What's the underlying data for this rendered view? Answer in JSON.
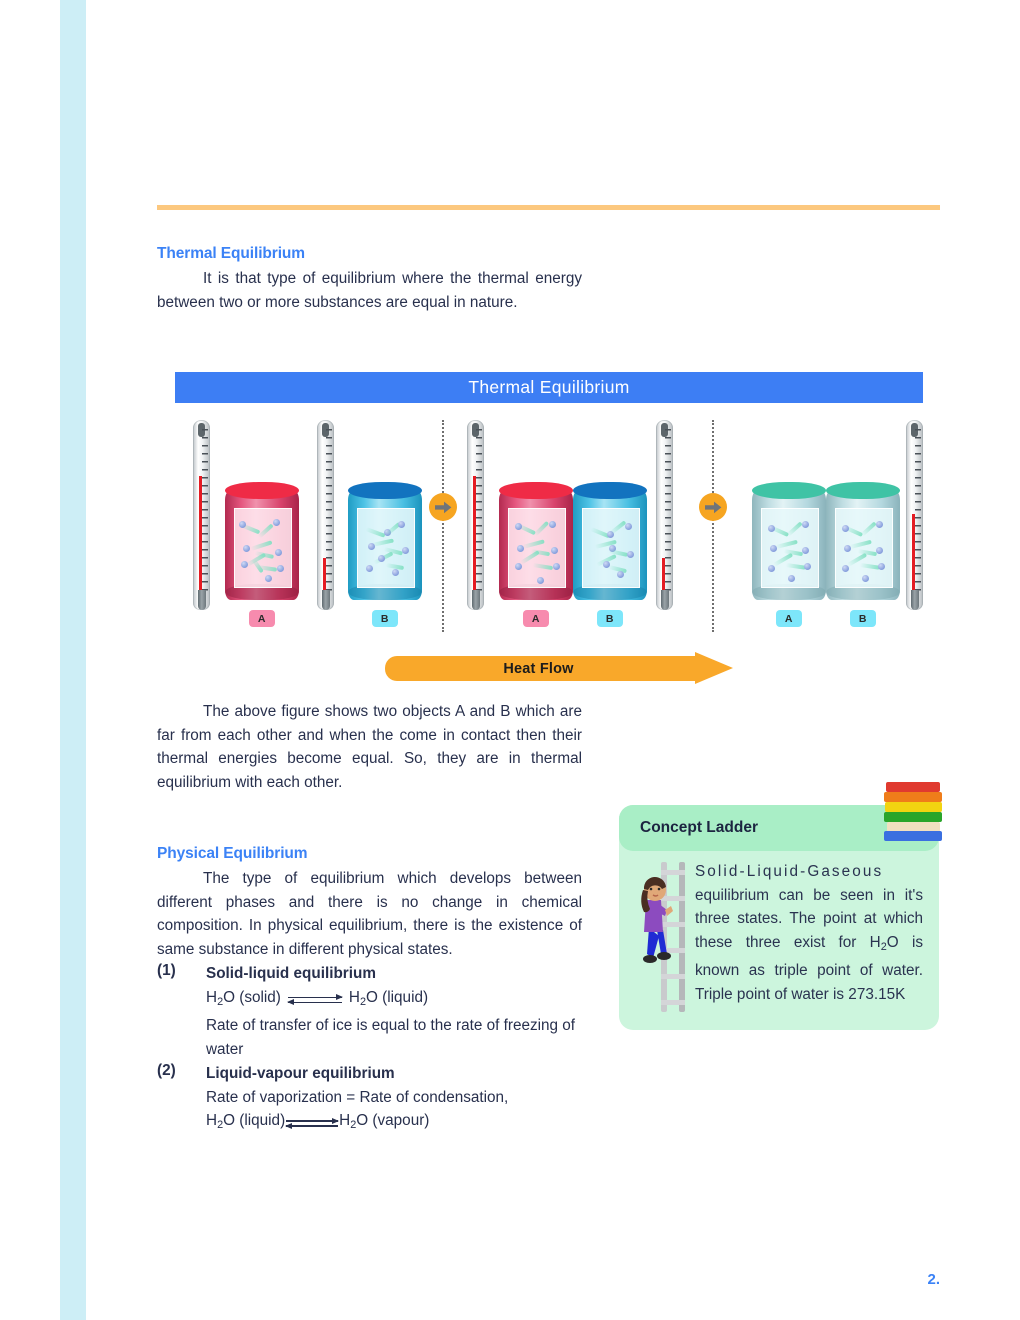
{
  "page": {
    "number": "2.",
    "accent_blue": "#3b82f6",
    "rule_orange": "#fcc87f",
    "edge_stripe": "#cdeef6"
  },
  "sections": {
    "thermal": {
      "heading": "Thermal Equilibrium",
      "paragraph": "It is that type of equilibrium where the thermal energy between two or more substances are equal in nature.",
      "after_figure": "The above figure shows two objects A and B which are far from each other and when the come in contact then their thermal energies become equal. So, they are in thermal equilibrium with each other."
    },
    "physical": {
      "heading": "Physical Equilibrium",
      "paragraph": "The type of equilibrium which develops between different phases and there is no change in chemical composition. In physical equilibrium, there is the existence of same substance in different physical states.",
      "items": [
        {
          "number": "(1)",
          "title": "Solid-liquid equilibrium",
          "equation": {
            "left": "H",
            "left_sub": "2",
            "left_rest": "O (solid)",
            "right": "H",
            "right_sub": "2",
            "right_rest": "O (liquid)"
          },
          "note": "Rate of transfer of ice is equal to the rate of freezing of water"
        },
        {
          "number": "(2)",
          "title": "Liquid-vapour equilibrium",
          "note": "Rate of vaporization = Rate of condensation,",
          "equation": {
            "left": "H",
            "left_sub": "2",
            "left_rest": "O (liquid)",
            "right": "H",
            "right_sub": "2",
            "right_rest": "O (vapour)"
          }
        }
      ]
    }
  },
  "figure": {
    "banner_title": "Thermal Equilibrium",
    "banner_bg": "#3d7ef4",
    "heat_flow_label": "Heat Flow",
    "heat_flow_color": "#f9a82a",
    "step_arrow_color": "#f6a521",
    "panels": [
      {
        "id": "panel-separated",
        "containers": [
          {
            "tag": "A",
            "state": "hot",
            "tag_color": "#f78bae",
            "thermometer_level": "high"
          },
          {
            "tag": "B",
            "state": "cold",
            "tag_color": "#7de6fa",
            "thermometer_level": "low"
          }
        ]
      },
      {
        "id": "panel-contact",
        "containers": [
          {
            "tag": "A",
            "state": "hot",
            "tag_color": "#f78bae",
            "thermometer_level": "high"
          },
          {
            "tag": "B",
            "state": "cold",
            "tag_color": "#7de6fa",
            "thermometer_level": "low"
          }
        ]
      },
      {
        "id": "panel-equilibrium",
        "containers": [
          {
            "tag": "A",
            "state": "equilibrium",
            "tag_color": "#7de6fa",
            "thermometer_level": "mid"
          },
          {
            "tag": "B",
            "state": "equilibrium",
            "tag_color": "#7de6fa",
            "thermometer_level": "mid"
          }
        ]
      }
    ]
  },
  "concept_ladder": {
    "title": "Concept Ladder",
    "box_bg": "#ccf5dd",
    "header_bg": "#a9eec6",
    "text_lead": "Solid-Liquid-Gaseous",
    "text_rest": " equilibrium can be seen in it's three states. The point at which these three exist for H",
    "text_sub": "2",
    "text_tail": "O is known as triple point of water. Triple point of water is 273.15K",
    "book_colors": [
      "#e03a2f",
      "#ef7d1a",
      "#f2d411",
      "#2aa52a",
      "#3a6fe0"
    ]
  }
}
